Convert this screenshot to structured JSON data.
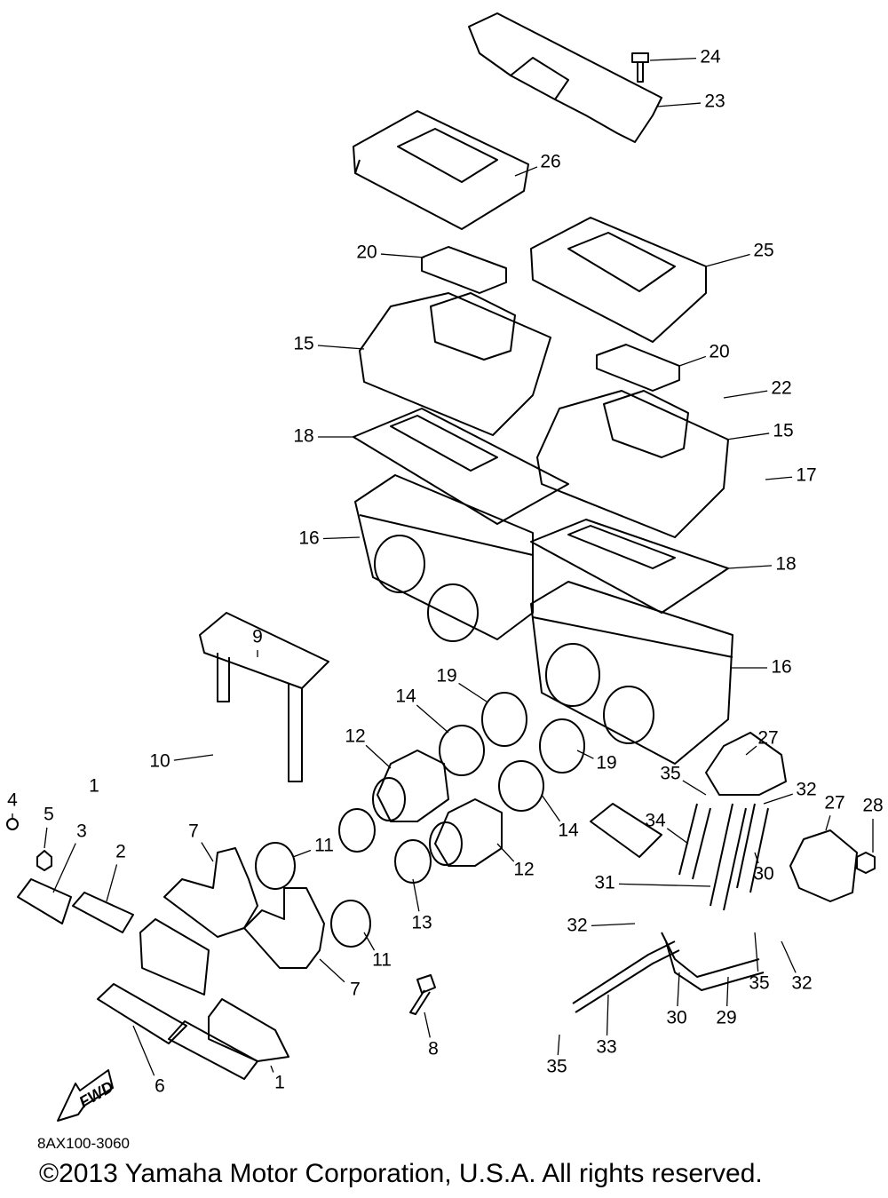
{
  "diagram": {
    "callouts": [
      "24",
      "23",
      "26",
      "20",
      "25",
      "15",
      "20",
      "22",
      "15",
      "18",
      "17",
      "16",
      "18",
      "9",
      "16",
      "19",
      "14",
      "12",
      "27",
      "10",
      "19",
      "35",
      "32",
      "27",
      "28",
      "4",
      "5",
      "1",
      "3",
      "2",
      "14",
      "34",
      "12",
      "31",
      "30",
      "7",
      "11",
      "13",
      "32",
      "11",
      "7",
      "35",
      "32",
      "30",
      "29",
      "8",
      "33",
      "35",
      "6",
      "1"
    ],
    "fwd_label": "FWD",
    "line_color": "#000000",
    "background": "#ffffff"
  },
  "footer": {
    "diagram_code": "8AX100-3060",
    "copyright": "©2013 Yamaha Motor Corporation, U.S.A. All rights reserved."
  }
}
